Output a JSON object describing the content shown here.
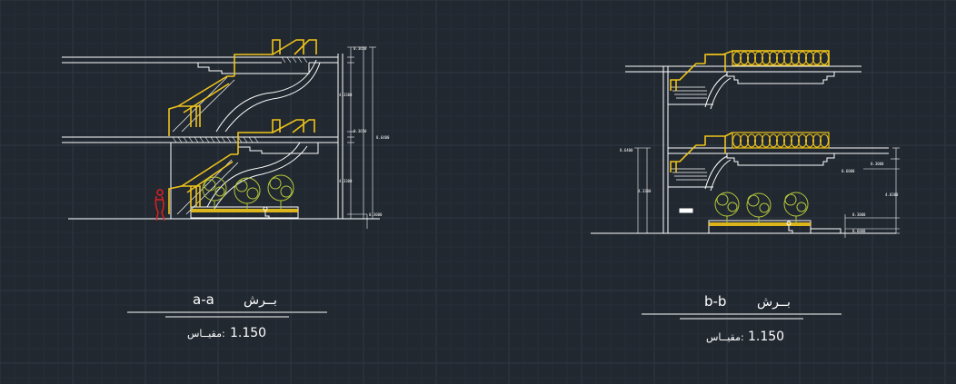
{
  "colors": {
    "background": "#212830",
    "grid_major": "#2e3843",
    "grid_minor": "#262e37",
    "line": "#ffffff",
    "stair": "#f0c419",
    "tree": "#b5c73a",
    "person": "#e02020"
  },
  "section_aa": {
    "title_code": "a-a",
    "title_word": "بــرش",
    "scale_label": "مقيــاس:",
    "scale_value": "1.150",
    "dims": [
      "0.3650",
      "4.3300",
      "0.3650",
      "8.6400",
      "4.3300",
      "0.3000"
    ]
  },
  "section_bb": {
    "title_code": "b-b",
    "title_word": "بــرش",
    "scale_label": "مقيــاس:",
    "scale_value": "1.150",
    "dims_left": [
      "8.6400",
      "4.3300"
    ],
    "dims_right": [
      "0.3000",
      "0.6000",
      "4.0300",
      "0.3000",
      "0.6000"
    ]
  }
}
